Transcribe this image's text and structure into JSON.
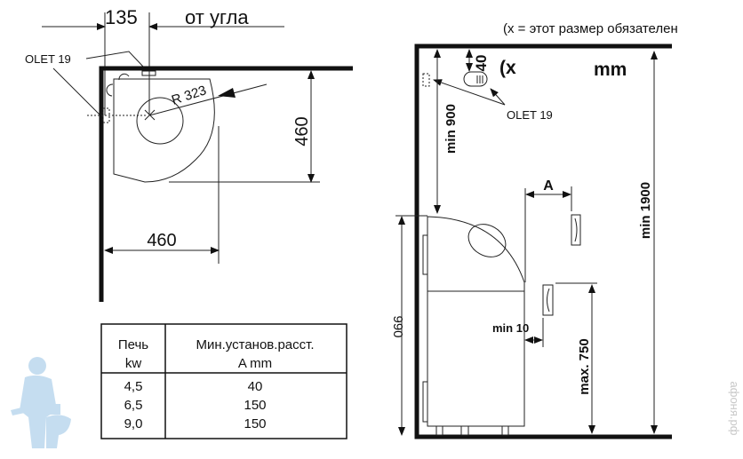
{
  "plan_view": {
    "dim_corner": "135",
    "from_corner_label": "от угла",
    "olet_label": "OLET 19",
    "radius_label": "R 323",
    "dim_depth": "460",
    "dim_width": "460"
  },
  "table": {
    "headers": [
      {
        "line1": "Печь",
        "line2": "kw"
      },
      {
        "line1": "Мин.установ.расст.",
        "line2": "A mm"
      }
    ],
    "rows": [
      {
        "kw": "4,5",
        "a_mm": "40"
      },
      {
        "kw": "6,5",
        "a_mm": "150"
      },
      {
        "kw": "9,0",
        "a_mm": "150"
      }
    ]
  },
  "side_view": {
    "note": "(x = этот размер обязателен",
    "dim_40": "40",
    "x_mark": "(x",
    "units": "mm",
    "olet_label": "OLET 19",
    "min_900": "min 900",
    "dim_990": "990",
    "dim_a": "A",
    "min_10": "min 10",
    "max_750": "max. 750",
    "min_1900": "min 1900"
  },
  "watermark": "афоня.рф",
  "colors": {
    "line": "#111111",
    "clipart": "#bcd8ee",
    "watermark": "#c8c8c8"
  }
}
